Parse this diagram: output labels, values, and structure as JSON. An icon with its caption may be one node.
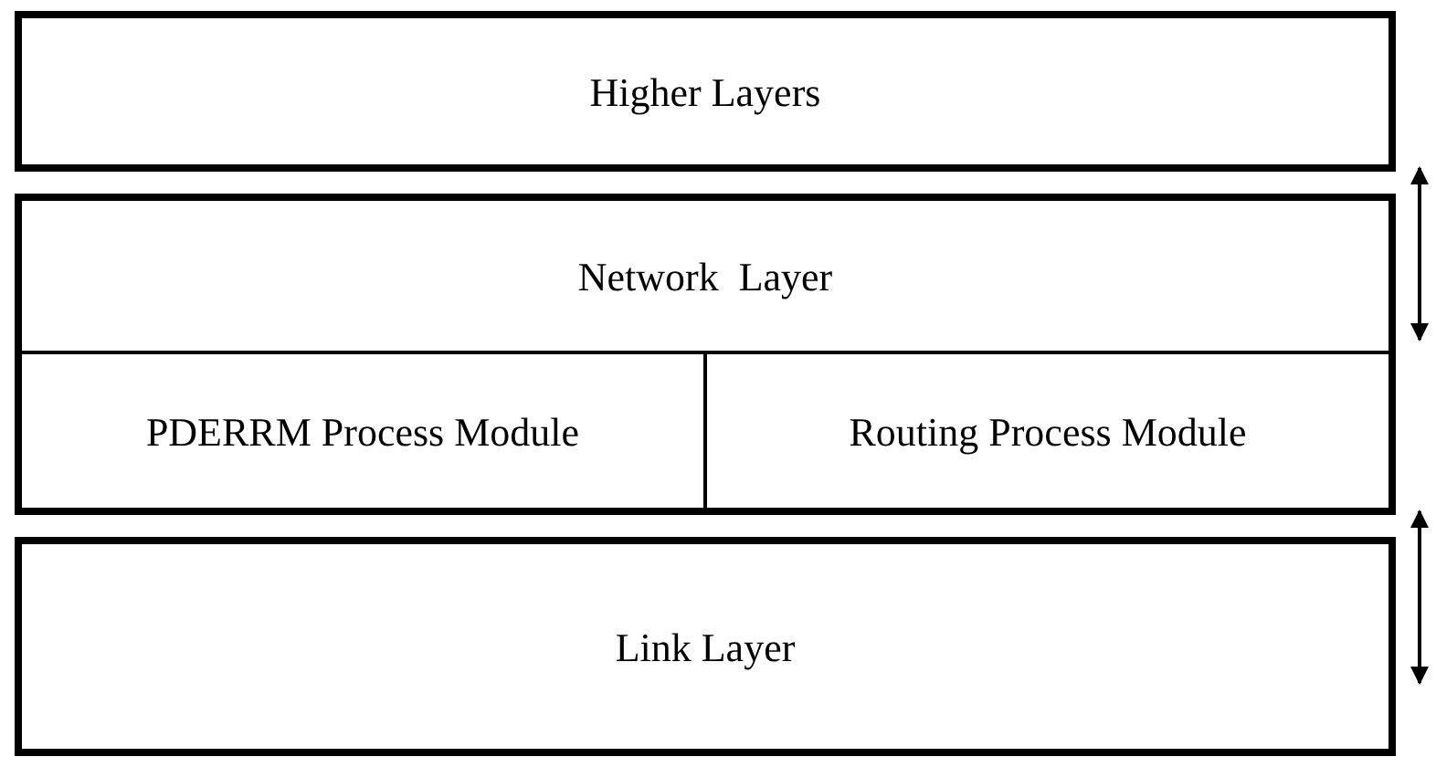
{
  "diagram": {
    "nodes": [
      {
        "text": [
          "Higher Layers"
        ]
      },
      {
        "text": [
          "Network  Layer"
        ]
      },
      {
        "text": [
          "PDERRM Process Module"
        ],
        "in": 1
      },
      {
        "text": [
          "Routing Process Module"
        ],
        "in": 1
      },
      {
        "text": [
          "Link Layer"
        ]
      }
    ],
    "edges": [
      {
        "from": 0,
        "to": 1,
        "arrow": "both"
      },
      {
        "from": 1,
        "to": 4,
        "arrow": "both"
      }
    ]
  }
}
